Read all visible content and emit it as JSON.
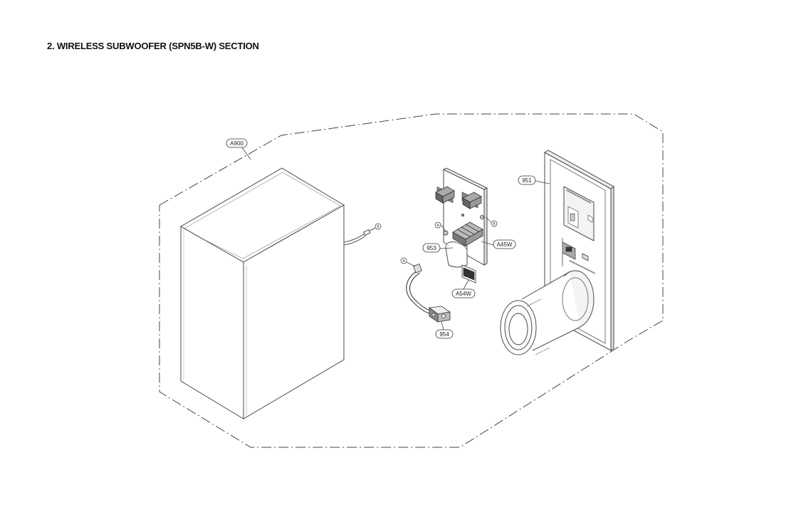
{
  "page": {
    "title": "2. WIRELESS SUBWOOFER (SPN5B-W) SECTION"
  },
  "callouts": {
    "a900": "A900",
    "p951": "951",
    "a45w": "A45W",
    "p953": "953",
    "a54w": "A54W",
    "p954": "954"
  },
  "connector_marks": {
    "a": "A",
    "b": "B"
  },
  "colors": {
    "line": "#4a4a4a",
    "dashed_boundary": "#444444",
    "background": "#ffffff"
  }
}
